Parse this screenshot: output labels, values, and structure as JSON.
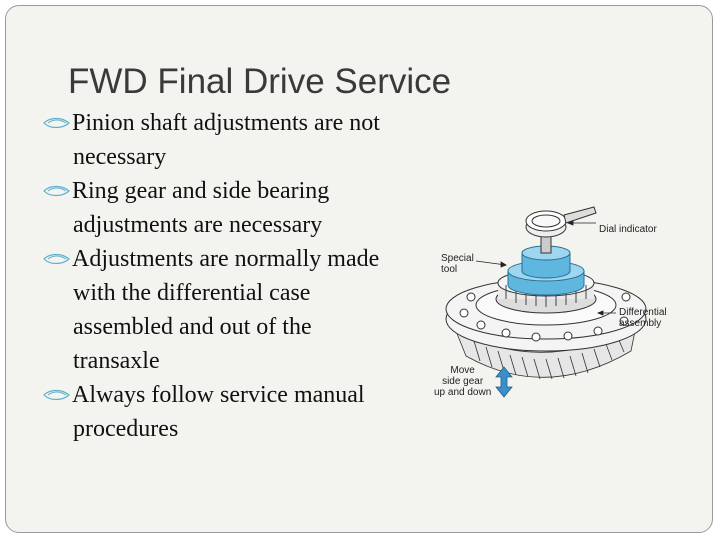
{
  "slide": {
    "title": "FWD Final Drive Service",
    "bullets": [
      {
        "text": "Pinion shaft adjustments are not necessary"
      },
      {
        "text": "Ring gear and side bearing adjustments are necessary"
      },
      {
        "text": "Adjustments are normally made with the differential case assembled and out of the transaxle"
      },
      {
        "text": "Always follow service manual procedures"
      }
    ]
  },
  "figure": {
    "labels": {
      "dial_indicator": "Dial indicator",
      "special_tool": "Special\ntool",
      "differential_assembly": "Differential\nassembly",
      "move_side_gear": "Move\nside gear\nup and down"
    },
    "colors": {
      "tool_blue": "#5fb7e0",
      "tool_blue_light": "#9fd6ef",
      "arrow_blue": "#3a8fc8"
    }
  },
  "colors": {
    "slide_bg": "#f3f4ef",
    "bullet_marker": "#5fb0cf"
  }
}
